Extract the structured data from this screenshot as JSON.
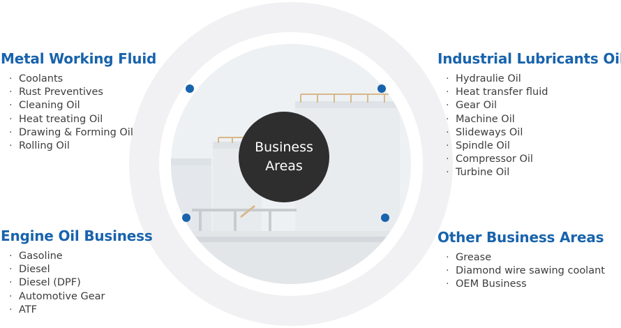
{
  "center": {
    "line1": "Business",
    "line2": "Areas"
  },
  "sections": {
    "metal_working_fluid": {
      "title": "Metal Working Fluid",
      "items": [
        "Coolants",
        "Rust Preventives",
        "Cleaning Oil",
        "Heat treating Oil",
        "Drawing & Forming Oil",
        "Rolling Oil"
      ]
    },
    "industrial_lubricants": {
      "title": "Industrial Lubricants Oil",
      "items": [
        "Hydraulie Oil",
        "Heat transfer fluid",
        "Gear Oil",
        "Machine Oil",
        "Slideways Oil",
        "Spindle Oil",
        "Compressor Oil",
        "Turbine Oil"
      ]
    },
    "engine_oil": {
      "title": "Engine Oil Business",
      "items": [
        "Gasoline",
        "Diesel",
        "Diesel (DPF)",
        "Automotive Gear",
        "ATF"
      ]
    },
    "other_business": {
      "title": "Other Business Areas",
      "items": [
        "Grease",
        "Diamond wire sawing coolant",
        "OEM Business"
      ]
    }
  },
  "colors": {
    "accent": "#1863ac",
    "center_bg": "#2e2e2e",
    "ring": "#f1f1f3",
    "text": "#3c3c3c"
  }
}
